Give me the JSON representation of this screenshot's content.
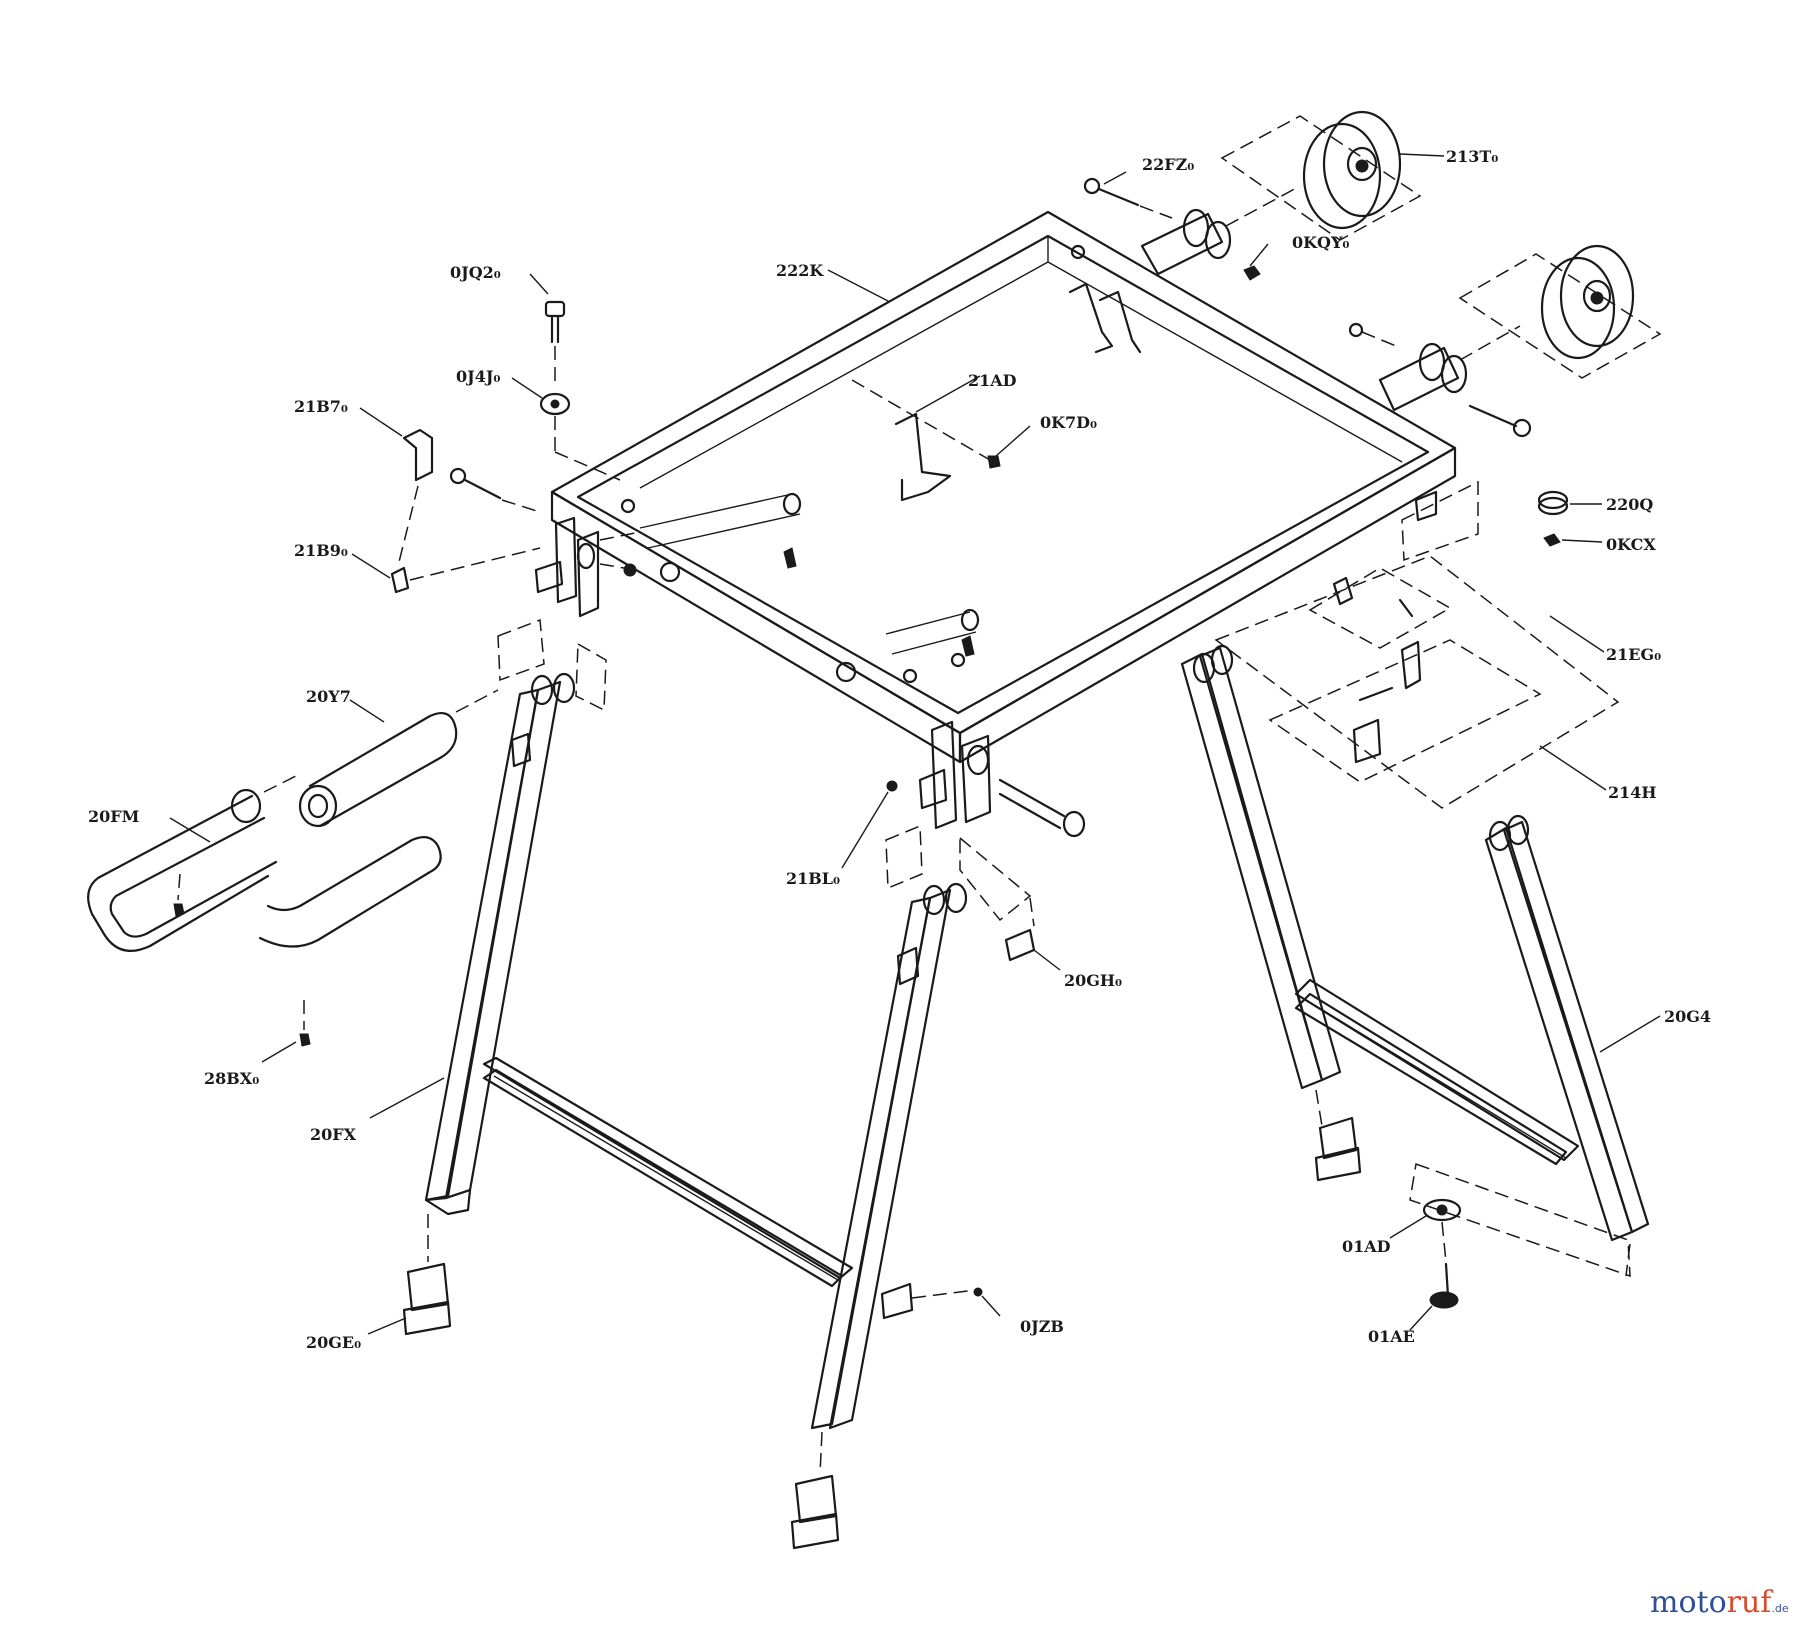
{
  "labels": {
    "p_213T": "213T₀",
    "p_22FZ": "22FZ₀",
    "p_0KQY": "0KQY₀",
    "p_222K": "222K",
    "p_0JQ2": "0JQ2₀",
    "p_0J4J": "0J4J₀",
    "p_21B7": "21B7₀",
    "p_21AD": "21AD",
    "p_0K7D": "0K7D₀",
    "p_220Q": "220Q",
    "p_0KCX": "0KCX",
    "p_21B9": "21B9₀",
    "p_21EG": "21EG₀",
    "p_20Y7": "20Y7",
    "p_214H": "214H",
    "p_20FM": "20FM",
    "p_21BL": "21BL₀",
    "p_20GH": "20GH₀",
    "p_20G4": "20G4",
    "p_28BX": "28BX₀",
    "p_20FX": "20FX",
    "p_01AD": "01AD",
    "p_0JZB": "0JZB",
    "p_01AE": "01AE",
    "p_20GE": "20GE₀"
  },
  "watermark": {
    "part1": "moto",
    "part2": "ruf",
    "suffix": ".de"
  },
  "colors": {
    "line": "#1a1a1a",
    "watermark_blue": "#2f4f9a",
    "watermark_red": "#d94b2b"
  }
}
